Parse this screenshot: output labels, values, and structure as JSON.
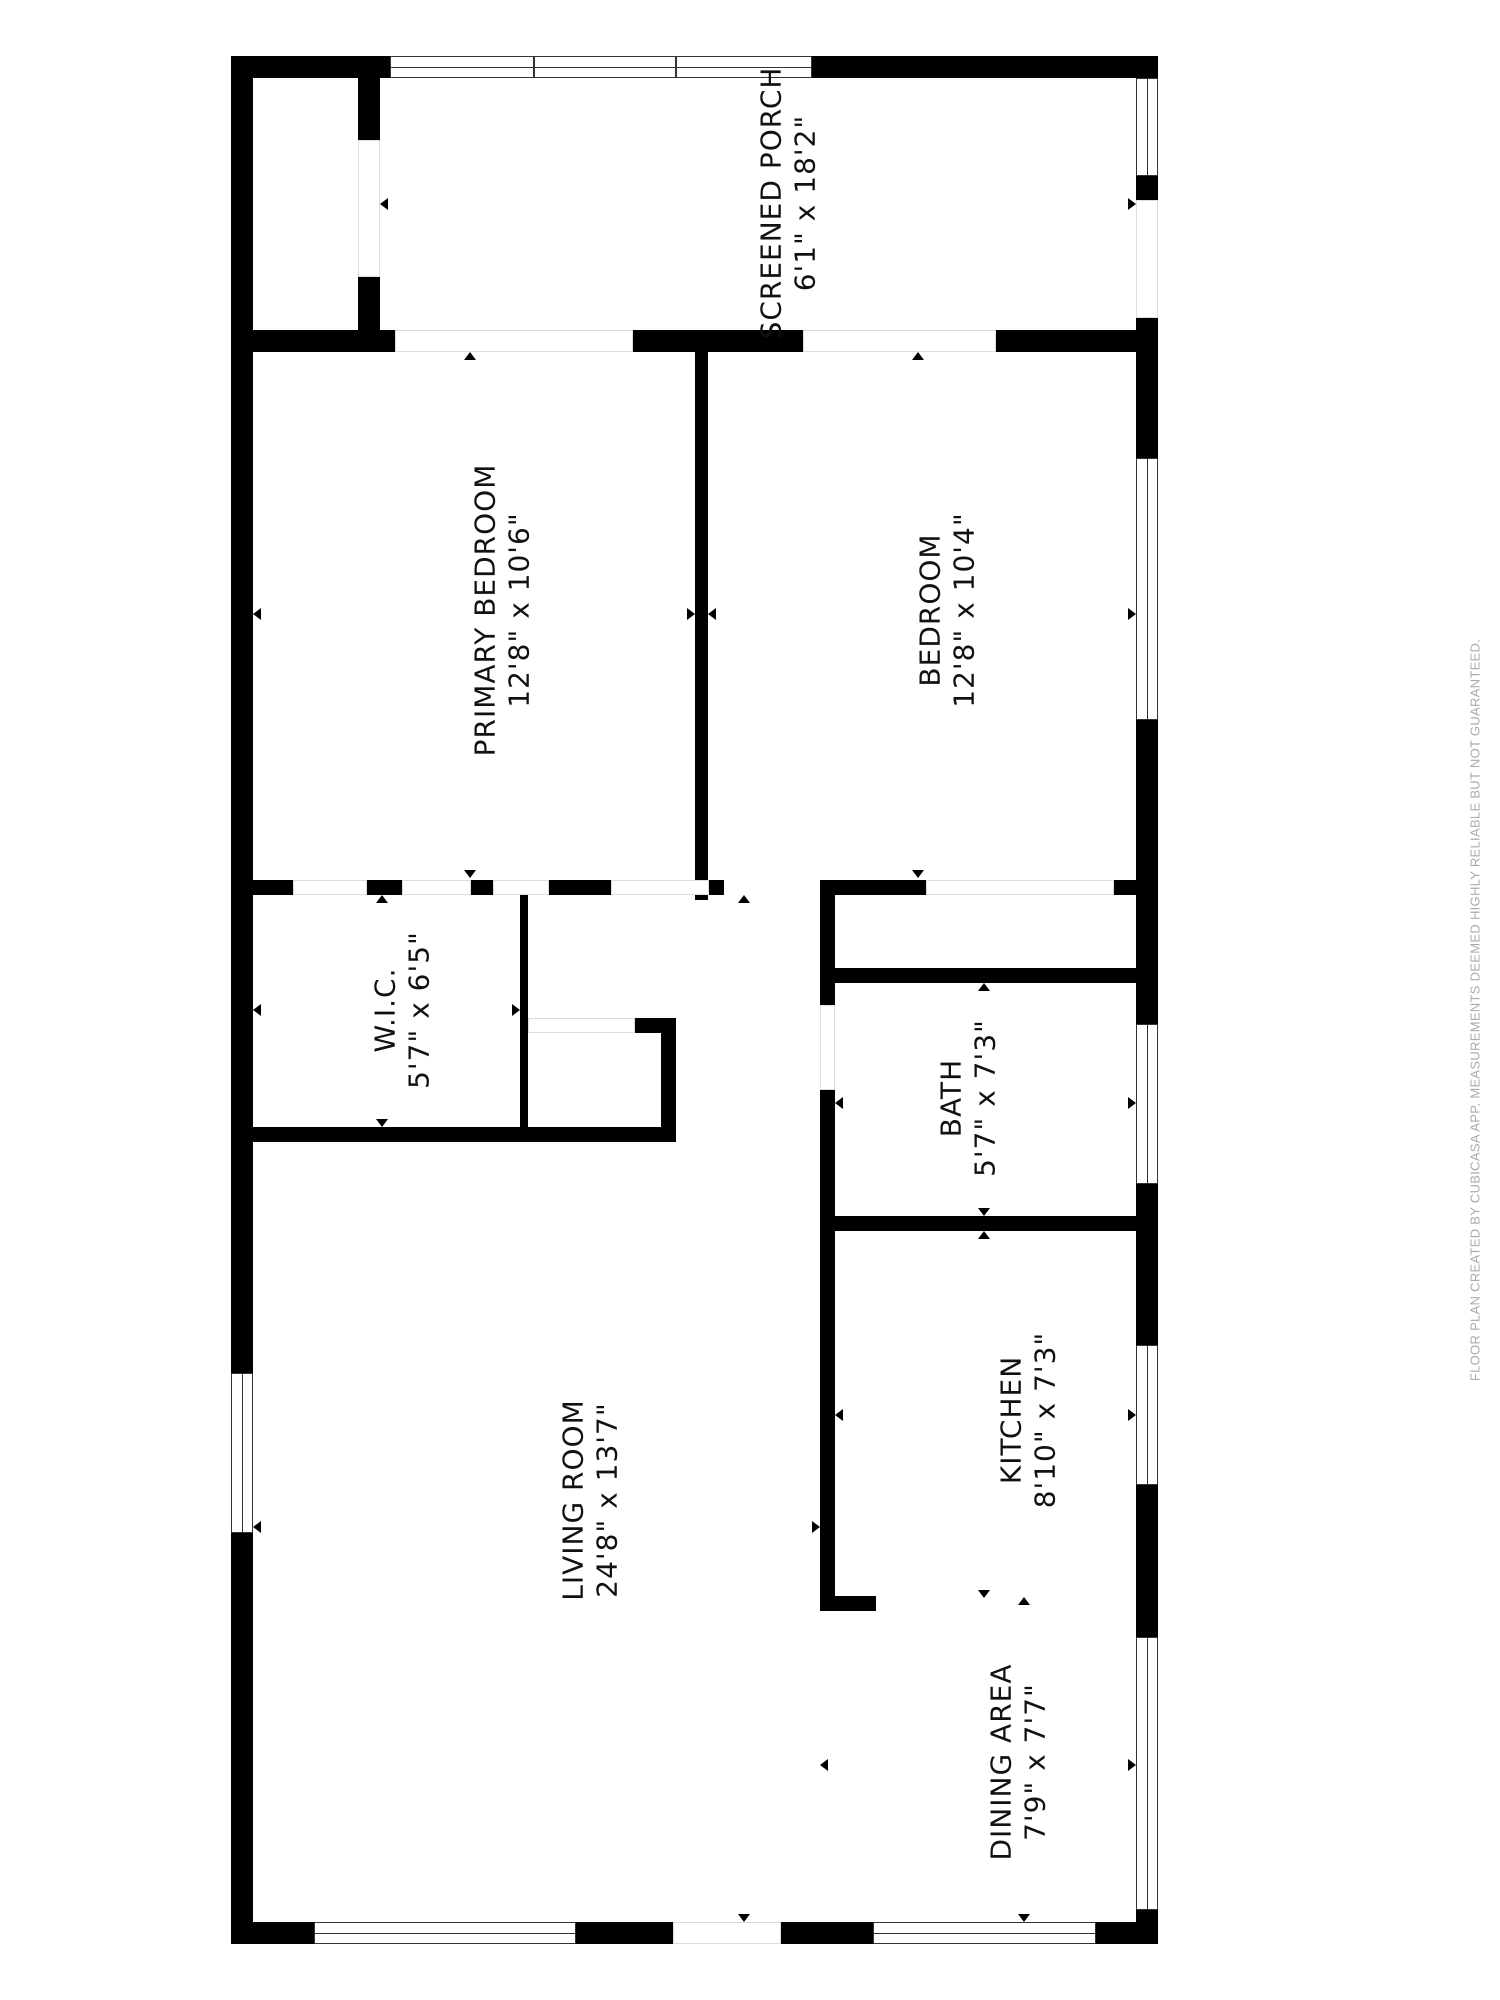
{
  "floorplan": {
    "rooms": [
      {
        "id": "screened-porch",
        "name": "SCREENED PORCH",
        "dimensions": "6'1\" x 18'2\""
      },
      {
        "id": "primary-bedroom",
        "name": "PRIMARY BEDROOM",
        "dimensions": "12'8\" x 10'6\""
      },
      {
        "id": "bedroom",
        "name": "BEDROOM",
        "dimensions": "12'8\" x 10'4\""
      },
      {
        "id": "wic",
        "name": "W.I.C.",
        "dimensions": "5'7\" x 6'5\""
      },
      {
        "id": "bath",
        "name": "BATH",
        "dimensions": "5'7\" x 7'3\""
      },
      {
        "id": "living-room",
        "name": "LIVING ROOM",
        "dimensions": "24'8\" x 13'7\""
      },
      {
        "id": "kitchen",
        "name": "KITCHEN",
        "dimensions": "8'10\" x 7'3\""
      },
      {
        "id": "dining-area",
        "name": "DINING AREA",
        "dimensions": "7'9\" x 7'7\""
      }
    ],
    "disclaimer": "FLOOR PLAN CREATED BY CUBICASA APP. MEASUREMENTS DEEMED HIGHLY RELIABLE BUT NOT GUARANTEED.",
    "colors": {
      "wall": "#000000",
      "background": "#ffffff",
      "disclaimer": "#aaaaaa"
    }
  }
}
